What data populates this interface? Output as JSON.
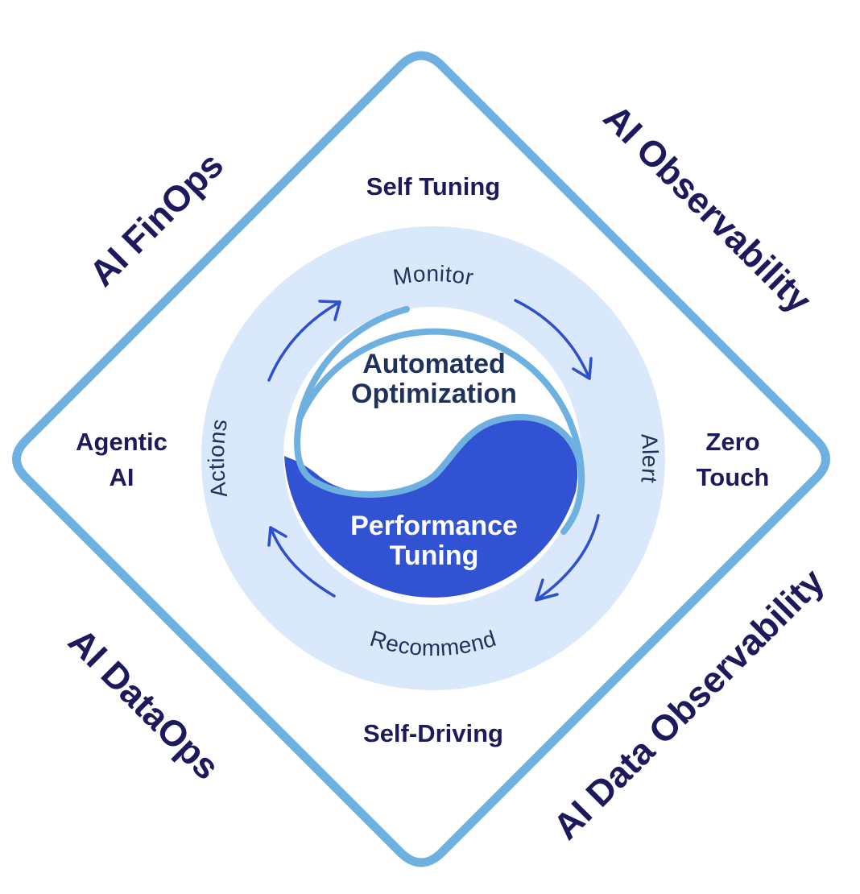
{
  "colors": {
    "diamond_stroke": "#6EB0DF",
    "ring_fill": "#D9E8FA",
    "yin_fill": "#FFFFFF",
    "yang_fill": "#3153D3",
    "divider": "#6EB0DF",
    "arrow": "#2F4FD0",
    "label_dark": "#1C1A5C",
    "cycle_text": "#1E325C"
  },
  "axes": {
    "top_left": "AI FinOps",
    "top_right": "AI Observability",
    "bottom_left": "AI DataOps",
    "bottom_right": "AI Data Observability"
  },
  "sides": {
    "top": "Self Tuning",
    "left_line1": "Agentic",
    "left_line2": "AI",
    "right_line1": "Zero",
    "right_line2": "Touch",
    "bottom": "Self-Driving"
  },
  "cycle": {
    "top": "Monitor",
    "right": "Alert",
    "bottom": "Recommend",
    "left": "Actions"
  },
  "core": {
    "top_line1": "Automated",
    "top_line2": "Optimization",
    "bottom_line1": "Performance",
    "bottom_line2": "Tuning"
  }
}
